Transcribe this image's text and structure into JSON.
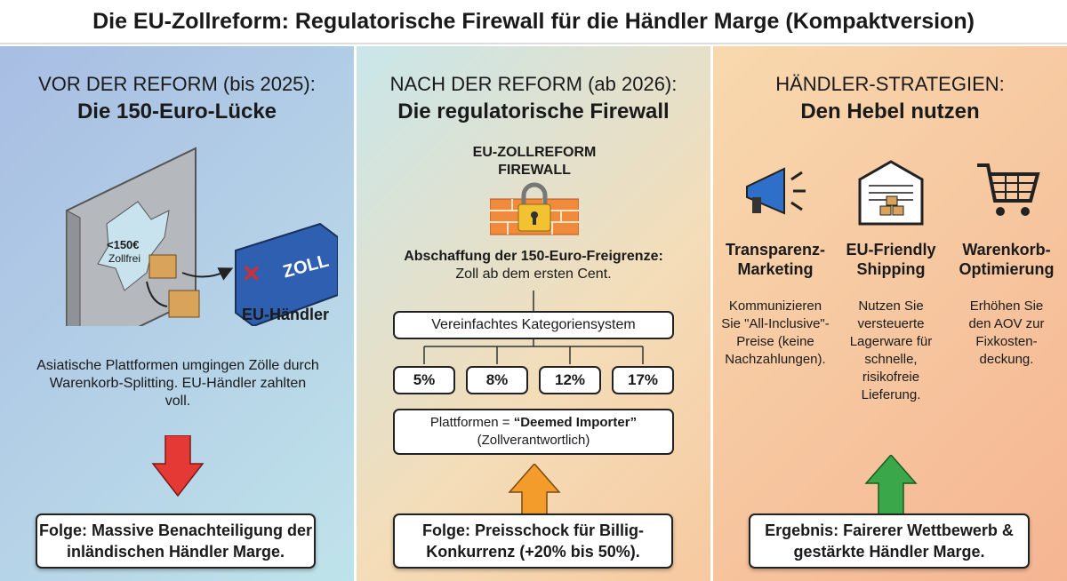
{
  "title": "Die EU-Zollreform: Regulatorische Firewall für die Händler Marge (Kompaktversion)",
  "before": {
    "heading": "VOR DER REFORM (bis 2025):",
    "subheading": "Die 150-Euro-Lücke",
    "wall_label_value": "<150€",
    "wall_label_text": "Zollfrei",
    "container_text": "ZOLL",
    "container_label": "EU-Händler",
    "description": "Asiatische Plattformen umgingen Zölle durch Warenkorb-Splitting. EU-Händler zahlten voll.",
    "arrow_color": "#e53935",
    "result": "Folge: Massive Benachteiligung der inländischen Händler Marge."
  },
  "after": {
    "heading": "NACH DER REFORM (ab 2026):",
    "subheading": "Die regulatorische Firewall",
    "firewall_label": "EU-ZOLLREFORM FIREWALL",
    "abolition_title": "Abschaffung der 150-Euro-Freigrenze:",
    "abolition_text": "Zoll ab dem ersten Cent.",
    "category_system": "Vereinfachtes Kategoriensystem",
    "rates": [
      "5%",
      "8%",
      "12%",
      "17%"
    ],
    "deemed_prefix": "Plattformen = ",
    "deemed_bold": "“Deemed Importer”",
    "deemed_sub": "(Zollverantwortlich)",
    "arrow_color": "#f39c2b",
    "result": "Folge: Preisschock für Billig-Konkurrenz (+20% bis 50%)."
  },
  "strategies": {
    "heading": "HÄNDLER-STRATEGIEN:",
    "subheading": "Den Hebel nutzen",
    "items": [
      {
        "icon": "megaphone-icon",
        "title": "Transparenz-Marketing",
        "text": "Kommunizieren Sie \"All-Inclusive\"-Preise (keine Nachzahlungen)."
      },
      {
        "icon": "warehouse-icon",
        "title": "EU-Friendly Shipping",
        "text": "Nutzen Sie versteuerte Lagerware für schnelle, risikofreie Lieferung."
      },
      {
        "icon": "shopping-cart-icon",
        "title": "Warenkorb-Optimierung",
        "text": "Erhöhen Sie den AOV zur Fixkosten-deckung."
      }
    ],
    "arrow_color": "#3aa84a",
    "result": "Ergebnis: Fairerer Wettbewerb & gestärkte Händler Marge."
  }
}
